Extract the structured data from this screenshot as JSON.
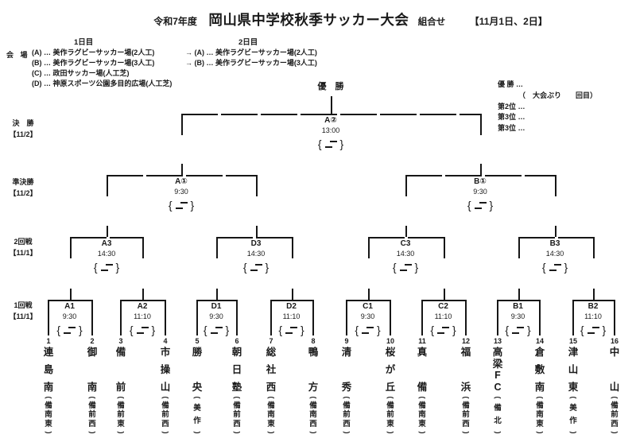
{
  "header": {
    "year": "令和7年度",
    "title": "岡山県中学校秋季サッカー大会",
    "suffix": "組合せ",
    "dates": "【11月1日、2日】"
  },
  "venues": {
    "label": "会 場",
    "day1": "1日目",
    "day2": "2日目",
    "day1_rows": [
      "(A) … 美作ラグビーサッカー場(2人工)",
      "(B) … 美作ラグビーサッカー場(3人工)",
      "(C) … 政田サッカー場(人工芝)",
      "(D) … 神原スポーツ公園多目的広場(人工芝)"
    ],
    "day2_rows": [
      "→ (A) … 美作ラグビーサッカー場(2人工)",
      "→ (B) … 美作ラグビーサッカー場(3人工)"
    ]
  },
  "champion_label": "優　勝",
  "legend": {
    "lines": [
      "優 勝 …",
      "（　大会ぶり　　回目）",
      "第2位 …",
      "第3位 …",
      "第3位 …"
    ]
  },
  "rounds": [
    {
      "name": "決　勝",
      "date": "【11/2】"
    },
    {
      "name": "準決勝",
      "date": "【11/2】"
    },
    {
      "name": "2回戦",
      "date": "【11/1】"
    },
    {
      "name": "1回戦",
      "date": "【11/1】"
    }
  ],
  "matches": {
    "final": {
      "code": "A②",
      "time": "13:00"
    },
    "semifinals": [
      {
        "code": "A①",
        "time": "9:30"
      },
      {
        "code": "B①",
        "time": "9:30"
      }
    ],
    "round2": [
      {
        "code": "A3",
        "time": "14:30"
      },
      {
        "code": "D3",
        "time": "14:30"
      },
      {
        "code": "C3",
        "time": "14:30"
      },
      {
        "code": "B3",
        "time": "14:30"
      }
    ],
    "round1": [
      {
        "code": "A1",
        "time": "9:30"
      },
      {
        "code": "A2",
        "time": "11:10"
      },
      {
        "code": "D1",
        "time": "9:30"
      },
      {
        "code": "D2",
        "time": "11:10"
      },
      {
        "code": "C1",
        "time": "9:30"
      },
      {
        "code": "C2",
        "time": "11:10"
      },
      {
        "code": "B1",
        "time": "9:30"
      },
      {
        "code": "B2",
        "time": "11:10"
      }
    ]
  },
  "teams": [
    {
      "seed": "1",
      "name": "連島南",
      "region": "備南東"
    },
    {
      "seed": "2",
      "name": "御南",
      "region": "備前西"
    },
    {
      "seed": "3",
      "name": "備前",
      "region": "備前東"
    },
    {
      "seed": "4",
      "name": "市操山",
      "region": "備前西"
    },
    {
      "seed": "5",
      "name": "勝央",
      "region": "美作"
    },
    {
      "seed": "6",
      "name": "朝日塾",
      "region": "備前西"
    },
    {
      "seed": "7",
      "name": "総社西",
      "region": "備南東"
    },
    {
      "seed": "8",
      "name": "鴨方",
      "region": "備南西"
    },
    {
      "seed": "9",
      "name": "清秀",
      "region": "備前西"
    },
    {
      "seed": "10",
      "name": "桜が丘",
      "region": "備前東"
    },
    {
      "seed": "11",
      "name": "真備",
      "region": "備南東"
    },
    {
      "seed": "12",
      "name": "福浜",
      "region": "備前西"
    },
    {
      "seed": "13",
      "name": "高梁FC",
      "region": "備北"
    },
    {
      "seed": "14",
      "name": "倉敷南",
      "region": "備南東"
    },
    {
      "seed": "15",
      "name": "津山東",
      "region": "美作"
    },
    {
      "seed": "16",
      "name": "中山",
      "region": "備前西"
    }
  ]
}
